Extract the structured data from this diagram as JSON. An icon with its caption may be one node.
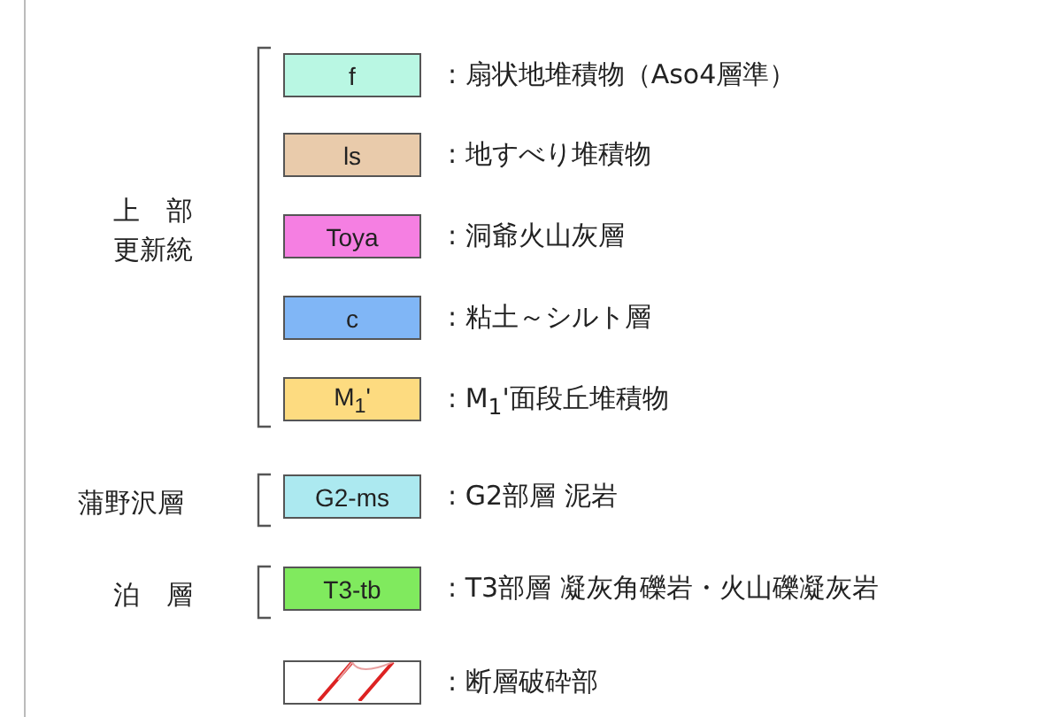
{
  "diagram": {
    "nodes": [
      {
        "text": [
          "f"
        ]
      },
      {
        "text": [
          "ls"
        ]
      },
      {
        "text": [
          "Toya"
        ]
      },
      {
        "text": [
          "c"
        ]
      },
      {
        "text": [
          "M$_{1}$'"
        ]
      },
      {
        "text": [
          "G2-ms"
        ]
      },
      {
        "text": [
          "T3-tb"
        ]
      },
      {
        "text": [],
        "shape": "box"
      }
    ],
    "labels": [
      "上　部更新統",
      "蒲野沢層",
      "泊　層"
    ],
    "legend": [
      {
        "text": ": 扇状地堆積物（Aso4層準）",
        "color": "#b9f7e3"
      },
      {
        "text": ": 地すべり堆積物",
        "color": "#e9cbab"
      },
      {
        "text": ": 洞爺火山灰層",
        "color": "#f57fe2"
      },
      {
        "text": ": 粘土～シルト層",
        "color": "#80b6f6"
      },
      {
        "text": ": M$_{1}$'面段丘堆積物",
        "color": "#fddb80"
      },
      {
        "text": ": G2部層 泥岩",
        "color": "#ace9f0"
      },
      {
        "text": ": T3部層 凝灰角礫岩・火山礫凝灰岩",
        "color": "#80ea5e"
      },
      {
        "text": ": 断層破砕部"
      }
    ]
  }
}
